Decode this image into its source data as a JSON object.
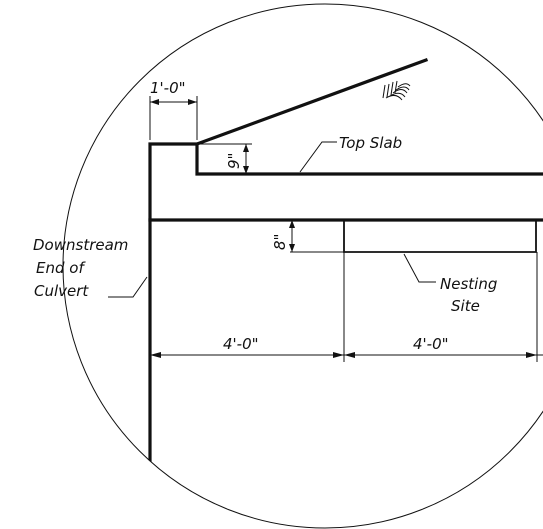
{
  "labels": {
    "dim_top": "1'-0\"",
    "dim_9": "9\"",
    "dim_8": "8\"",
    "top_slab": "Top Slab",
    "downstream_1": "Downstream",
    "downstream_2": "End of",
    "downstream_3": "Culvert",
    "nesting_1": "Nesting",
    "nesting_2": "Site",
    "dim_bottom_left": "4'-0\"",
    "dim_bottom_right": "4'-0\""
  }
}
